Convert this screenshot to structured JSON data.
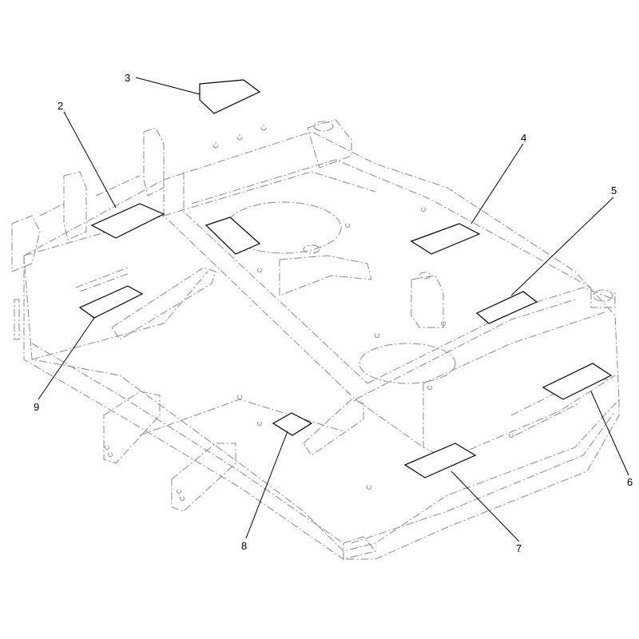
{
  "callouts": [
    {
      "id": "1",
      "label": "2"
    },
    {
      "id": "2",
      "label": "3"
    },
    {
      "id": "3",
      "label": "4"
    },
    {
      "id": "4",
      "label": "5"
    },
    {
      "id": "5",
      "label": "6"
    },
    {
      "id": "6",
      "label": "7"
    },
    {
      "id": "7",
      "label": "8"
    },
    {
      "id": "8",
      "label": "9"
    }
  ]
}
